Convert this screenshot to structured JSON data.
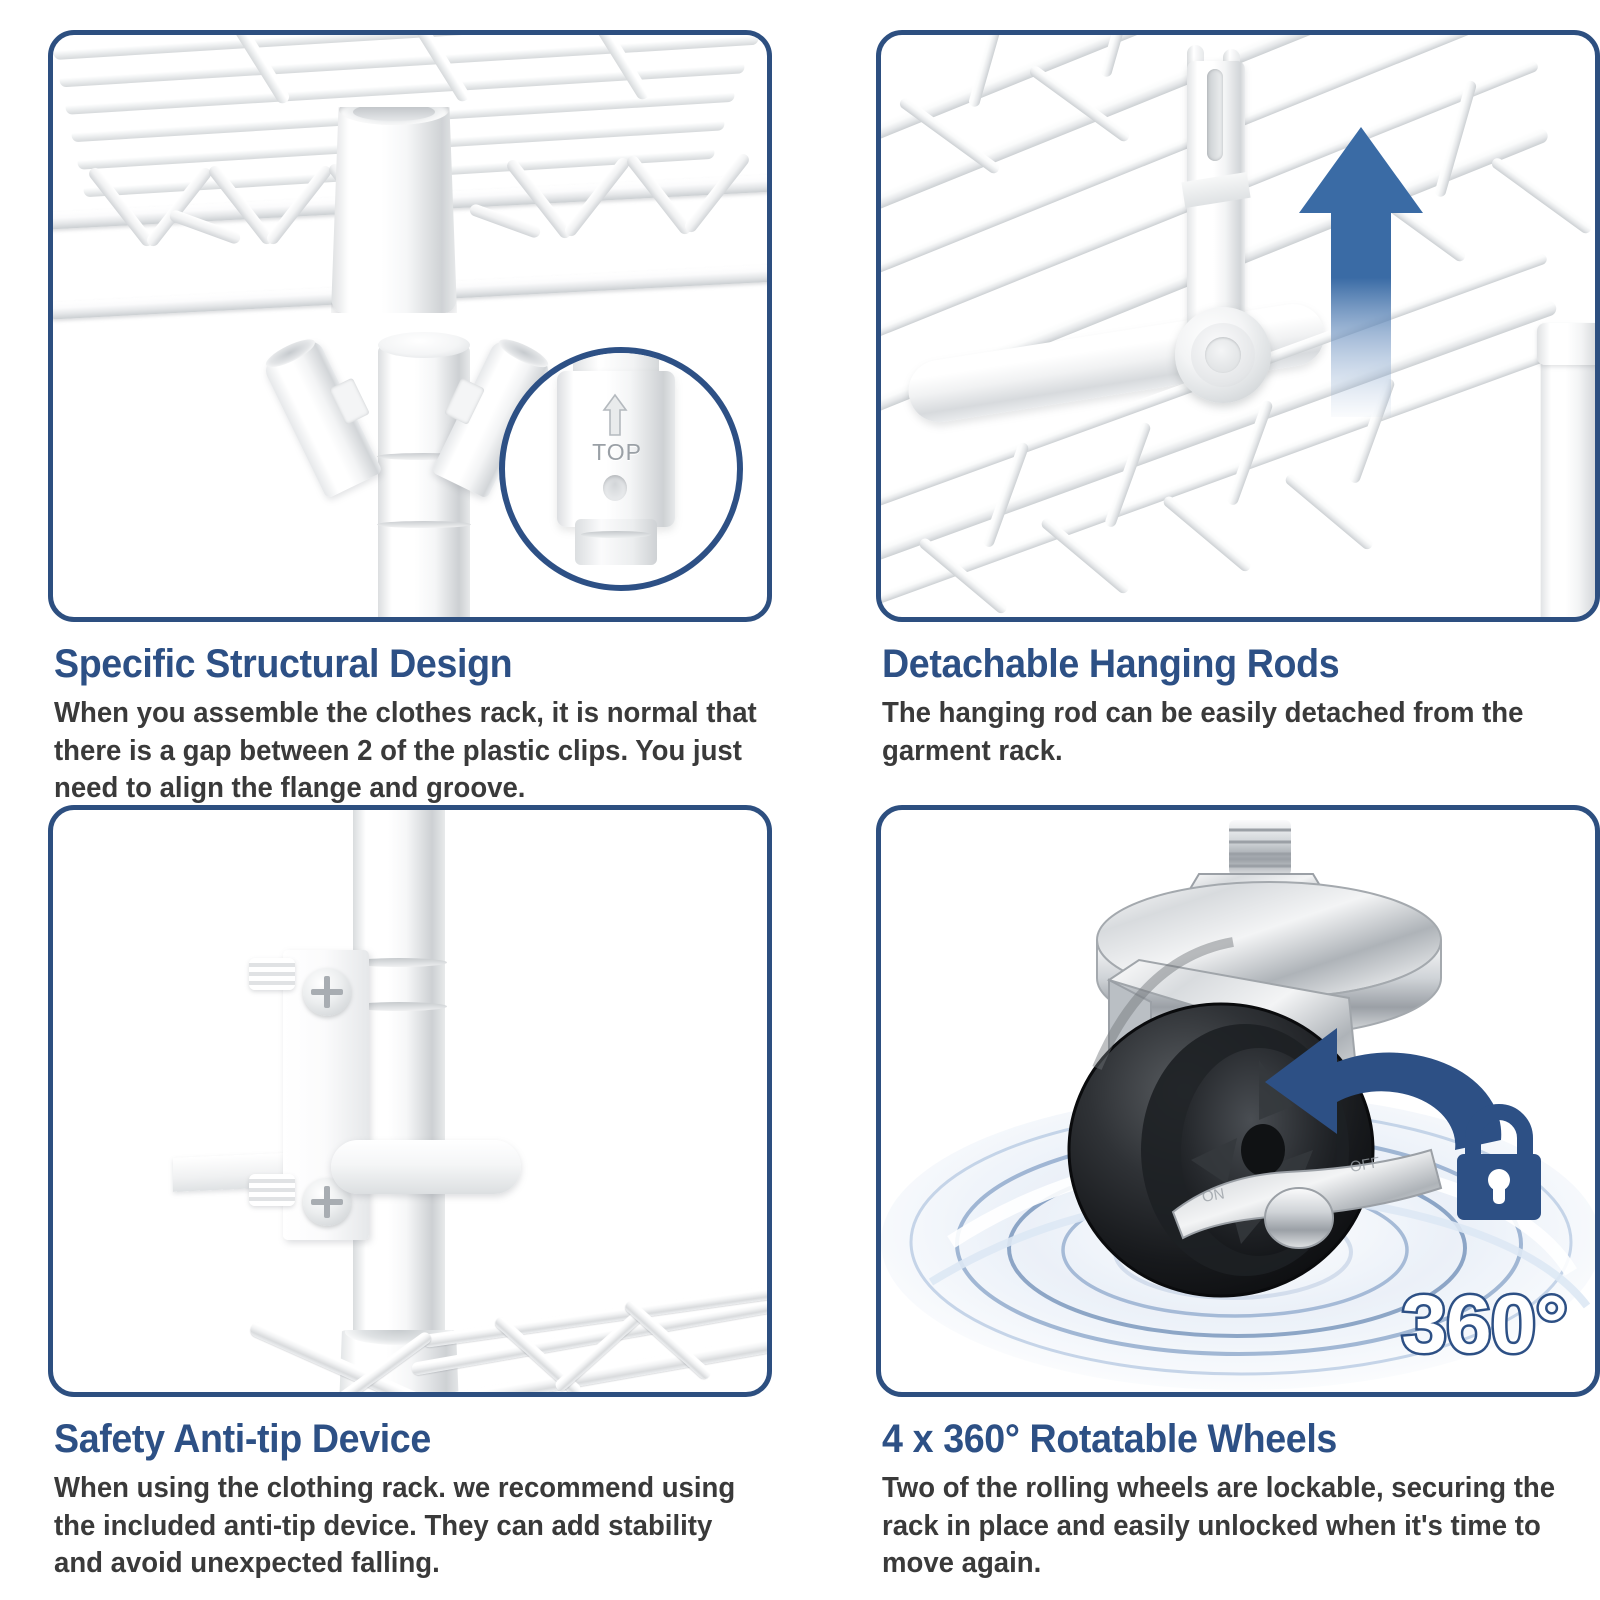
{
  "theme": {
    "border_color": "#2d4f80",
    "heading_color": "#2d5085",
    "body_color": "#3a3a3a",
    "accent_blue": "#3a6ba5",
    "background": "#ffffff"
  },
  "features": [
    {
      "id": "specific-structural-design",
      "heading": "Specific Structural Design",
      "body": "When you assemble the clothes rack, it is normal that there is a gap between 2 of the plastic clips. You just need to align the flange and groove.",
      "image_alt": "White wire shelf corner with plastic pole sleeve and two split plastic clips",
      "detail_callout": {
        "label": "TOP",
        "icon": "up-arrow-emboss-icon"
      }
    },
    {
      "id": "detachable-hanging-rods",
      "heading": "Detachable Hanging Rods",
      "body": "The hanging rod can be easily detached from the garment rack.",
      "image_alt": "Wire shelf with fork-shaped hanging rod bracket and knurled knob, blue upward arrow showing removal direction",
      "annotations": [
        {
          "icon": "up-arrow-icon",
          "color": "#3a6ba5"
        }
      ]
    },
    {
      "id": "safety-anti-tip-device",
      "heading": "Safety Anti-tip Device",
      "body": "When using the clothing rack. we recommend using the included anti-tip device. They can add stability and avoid unexpected falling.",
      "image_alt": "White vertical rack pole with anti-tip wall bracket, two Phillips screws, wall anchors and strap collar"
    },
    {
      "id": "rotatable-wheels",
      "heading": "4 x 360° Rotatable Wheels",
      "body": "Two of the rolling wheels are lockable, securing the rack in place and easily unlocked when it's time to move again.",
      "image_alt": "Chrome swivel caster wheel with black tread, threaded stem and brake lever over a blue water swirl",
      "annotations": [
        {
          "icon": "rotation-arrow-icon",
          "color": "#2d5085"
        },
        {
          "icon": "padlock-icon",
          "color": "#2d5085"
        }
      ],
      "badge": "360°"
    }
  ]
}
